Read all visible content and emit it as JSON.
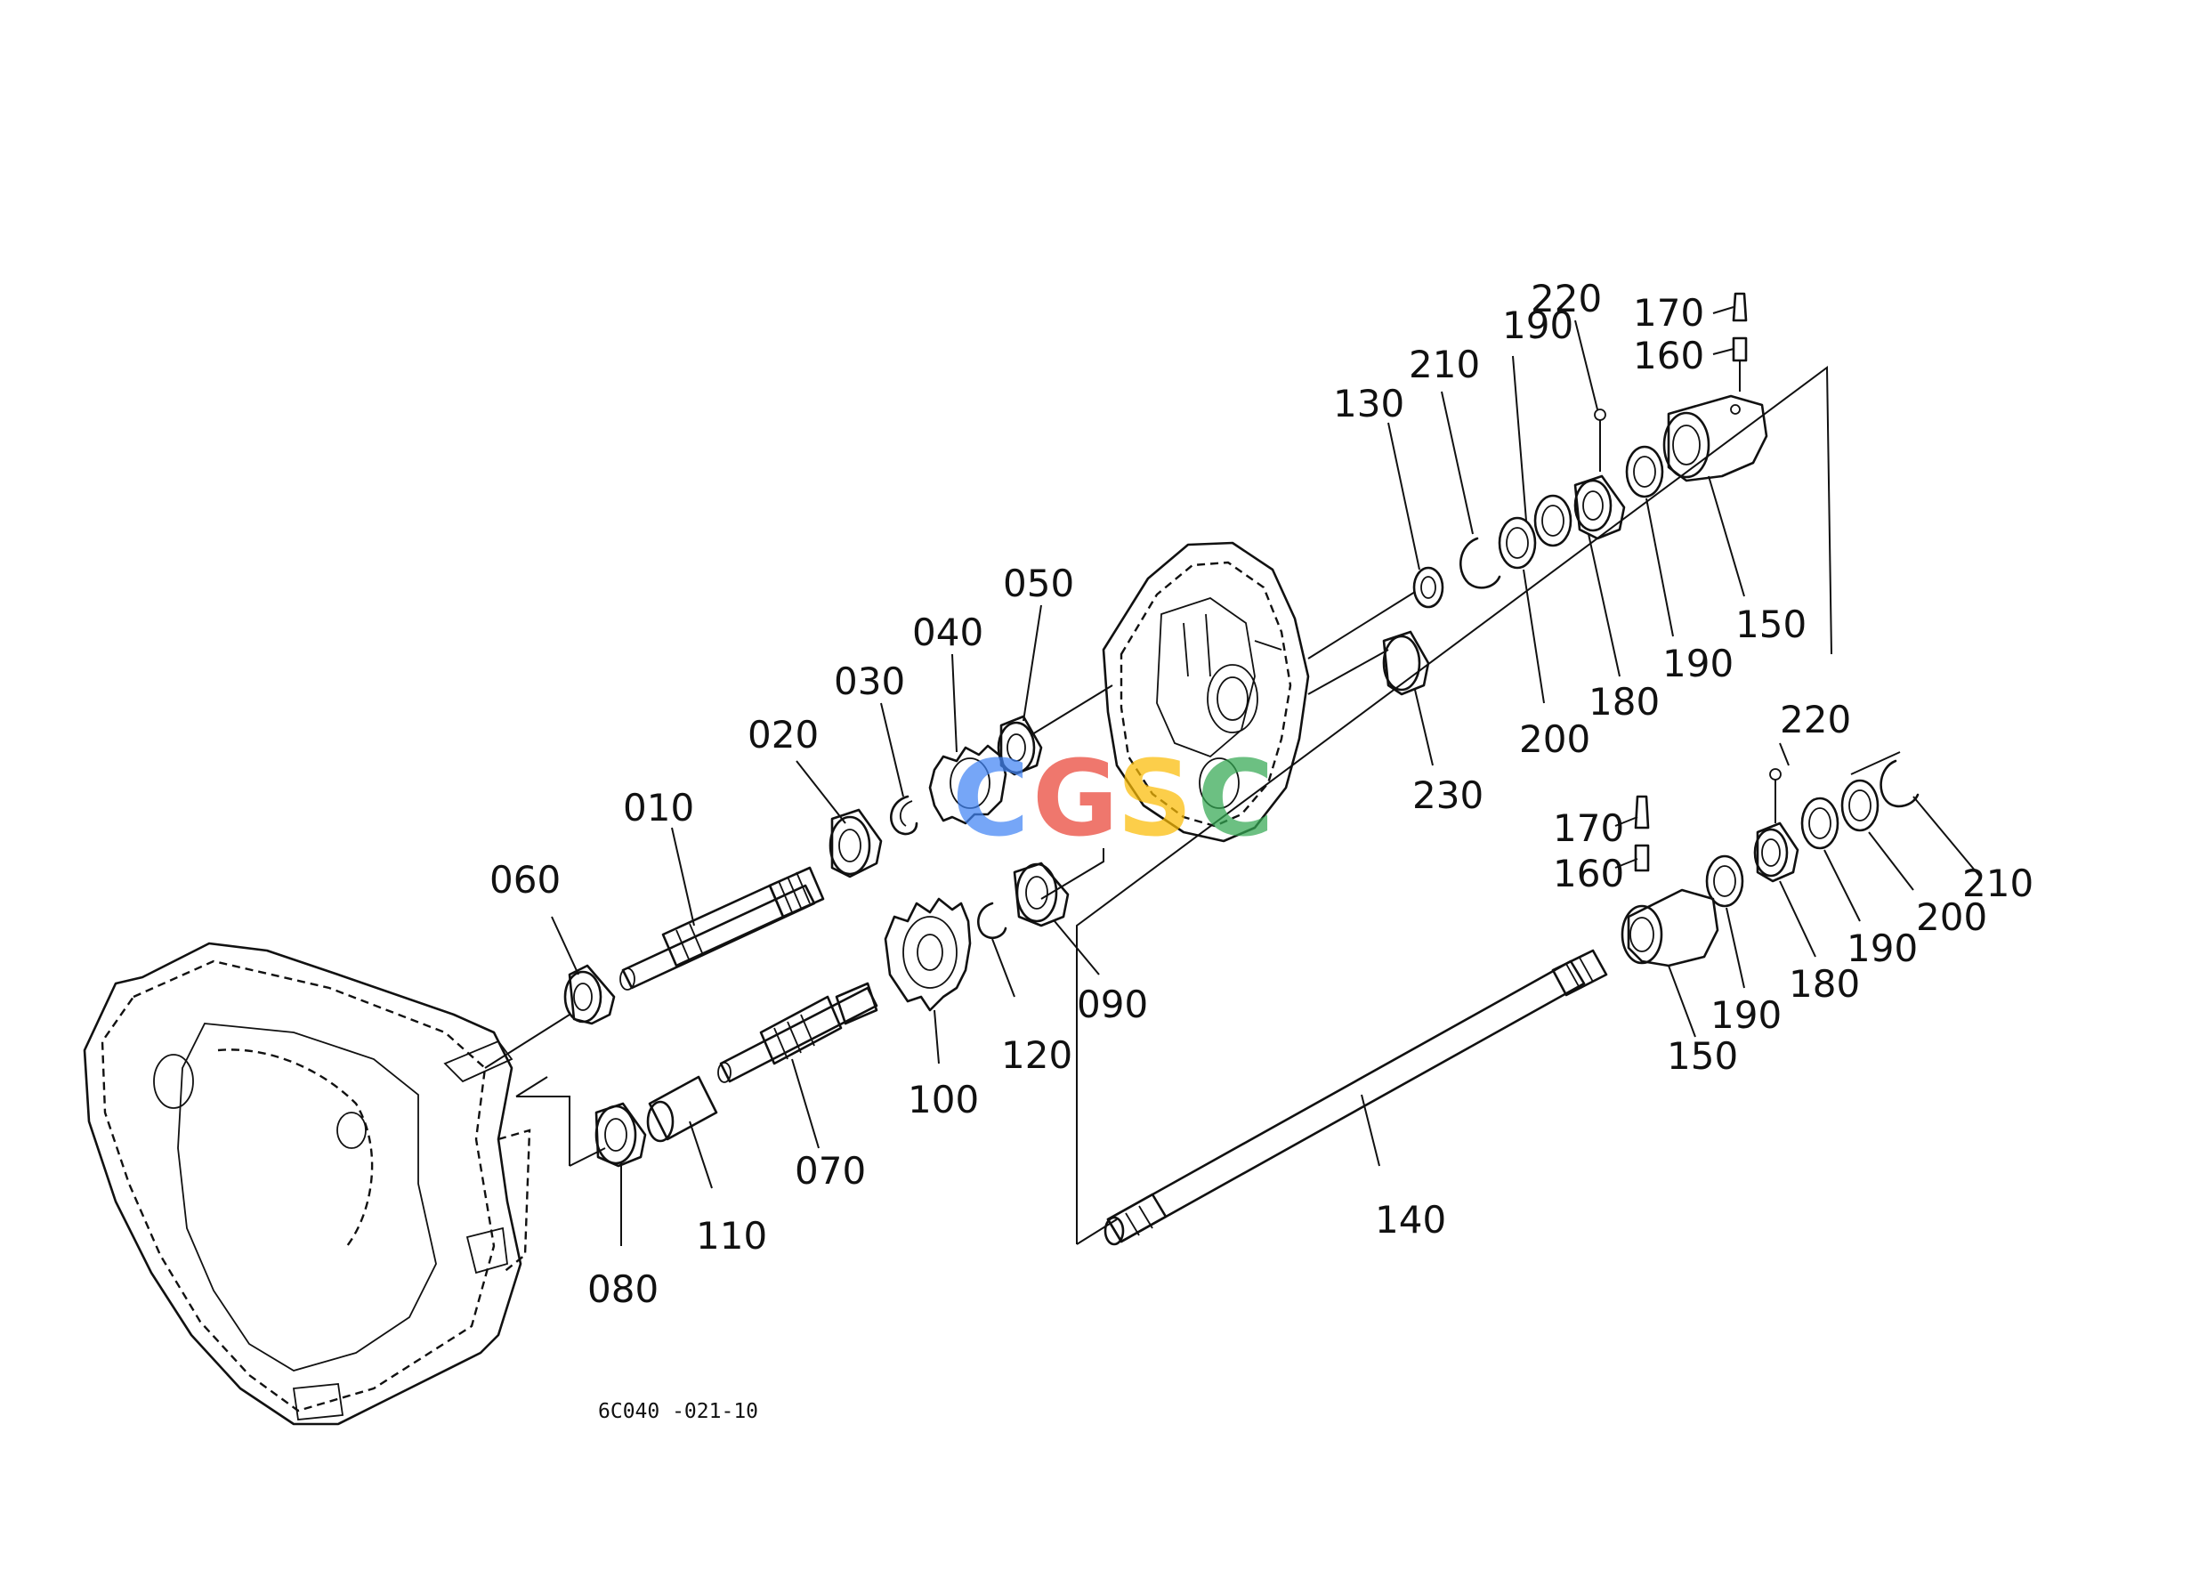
{
  "diagram_code": "6C040 -021-10",
  "watermark": {
    "letters": [
      "C",
      "G",
      "S",
      "C"
    ],
    "colors": [
      "#4285F4",
      "#EA4335",
      "#FBBC05",
      "#34A853"
    ]
  },
  "callouts": {
    "p010": "010",
    "p020": "020",
    "p030": "030",
    "p040": "040",
    "p050": "050",
    "p060": "060",
    "p070": "070",
    "p080": "080",
    "p090": "090",
    "p100": "100",
    "p110": "110",
    "p120": "120",
    "p130": "130",
    "p140": "140",
    "p150a": "150",
    "p150b": "150",
    "p160a": "160",
    "p160b": "160",
    "p170a": "170",
    "p170b": "170",
    "p180a": "180",
    "p180b": "180",
    "p190a": "190",
    "p190b": "190",
    "p190c": "190",
    "p190d": "190",
    "p200a": "200",
    "p200b": "200",
    "p210a": "210",
    "p210b": "210",
    "p220a": "220",
    "p220b": "220",
    "p230": "230"
  }
}
